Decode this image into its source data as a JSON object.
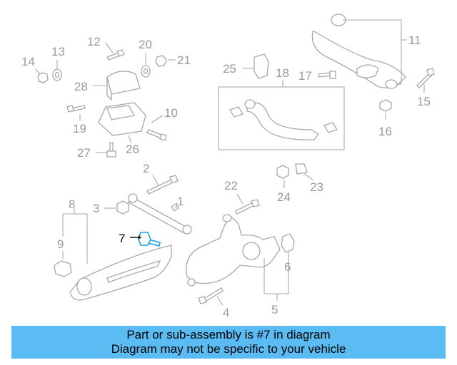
{
  "diagram": {
    "labels": [
      "1",
      "2",
      "3",
      "4",
      "5",
      "6",
      "7",
      "8",
      "9",
      "10",
      "11",
      "12",
      "13",
      "14",
      "15",
      "16",
      "17",
      "18",
      "19",
      "20",
      "21",
      "23",
      "24",
      "25",
      "26",
      "27",
      "28"
    ],
    "label_22": "22",
    "highlighted_part": "7",
    "highlight_color": "#1aa3e8"
  },
  "banner": {
    "line1": "Part or sub-assembly is #7 in diagram",
    "line2": "Diagram may not be specific to your vehicle",
    "background": "#5bbcf3"
  }
}
